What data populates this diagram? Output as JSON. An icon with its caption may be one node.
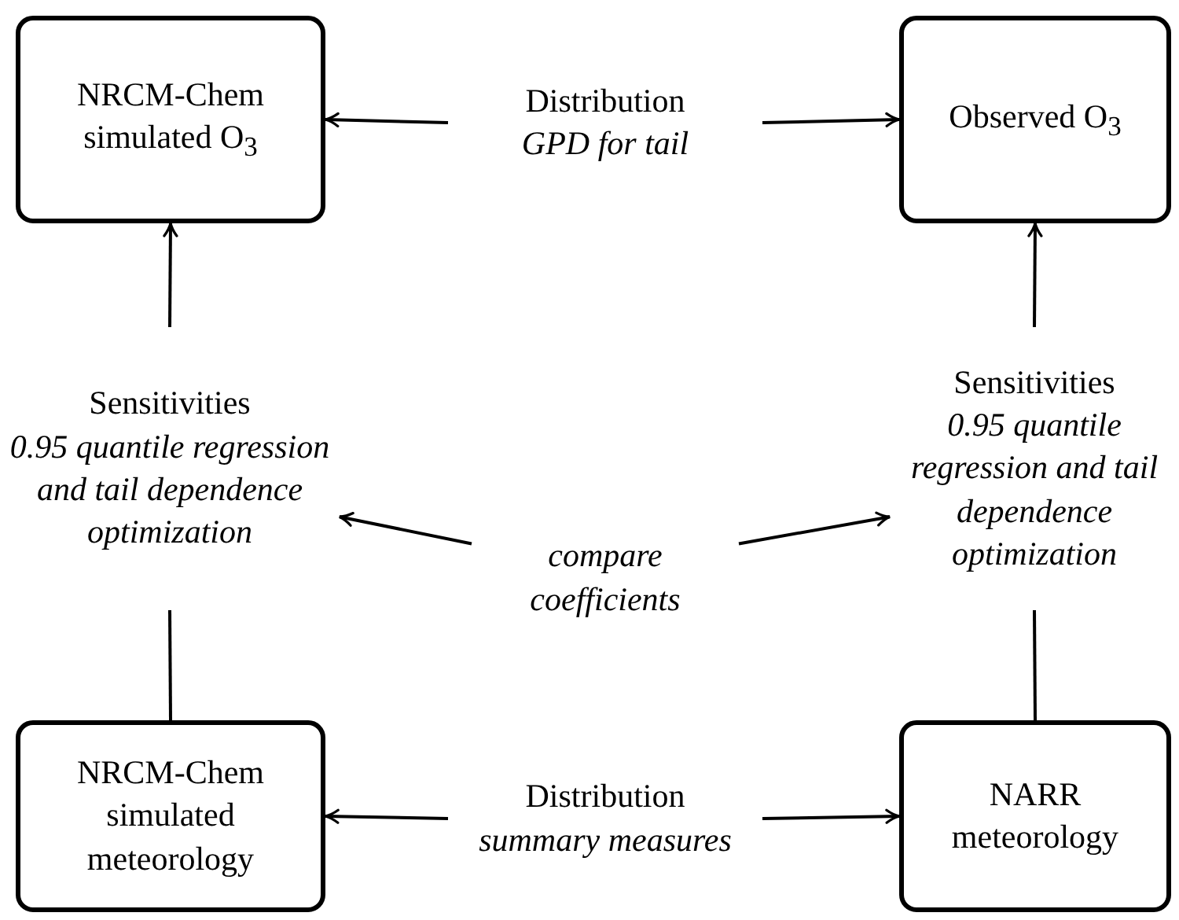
{
  "diagram": {
    "nodes": [
      {
        "text": [
          "NRCM-Chem simulated O$_{3}$"
        ]
      },
      {
        "text": [
          "Distribution",
          "GPD for tail"
        ]
      },
      {
        "text": [
          "Observed O$_{3}$"
        ]
      },
      {
        "text": [
          "Sensitivities",
          "0.95 quantile regression and tail dependence optimization"
        ]
      },
      {
        "text": [
          "compare coefficients"
        ]
      },
      {
        "text": [
          "Sensitivities",
          "0.95 quantile regression and tail dependence optimization"
        ]
      },
      {
        "text": [
          "NRCM-Chem simulated meteorology"
        ]
      },
      {
        "text": [
          "Distribution",
          "summary measures"
        ]
      },
      {
        "text": [
          "NARR meteorology"
        ]
      }
    ],
    "edges": [
      {
        "from": 1,
        "to": 0,
        "arrow": "to"
      },
      {
        "from": 1,
        "to": 2,
        "arrow": "to"
      },
      {
        "from": 3,
        "to": 0,
        "arrow": "to"
      },
      {
        "from": 5,
        "to": 2,
        "arrow": "to"
      },
      {
        "from": 4,
        "to": 3,
        "arrow": "to"
      },
      {
        "from": 4,
        "to": 5,
        "arrow": "to"
      },
      {
        "from": 6,
        "to": 3,
        "arrow": "none"
      },
      {
        "from": 8,
        "to": 5,
        "arrow": "none"
      },
      {
        "from": 7,
        "to": 6,
        "arrow": "to"
      },
      {
        "from": 7,
        "to": 8,
        "arrow": "to"
      }
    ]
  }
}
